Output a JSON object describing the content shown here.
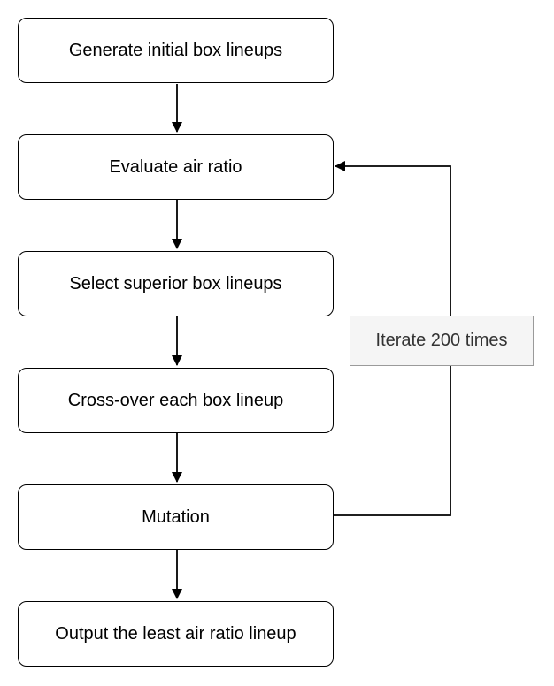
{
  "flowchart": {
    "steps": [
      {
        "id": "generate",
        "label": "Generate initial box lineups"
      },
      {
        "id": "evaluate",
        "label": "Evaluate air ratio"
      },
      {
        "id": "select",
        "label": "Select superior box lineups"
      },
      {
        "id": "crossover",
        "label": "Cross-over each box lineup"
      },
      {
        "id": "mutation",
        "label": "Mutation"
      },
      {
        "id": "output",
        "label": "Output the least air ratio lineup"
      }
    ],
    "loop": {
      "label": "Iterate 200 times",
      "from": "mutation",
      "to": "evaluate"
    },
    "colors": {
      "box_border": "#000000",
      "box_fill": "#ffffff",
      "loop_label_border": "#9a9a9a",
      "loop_label_fill": "#f5f5f5",
      "arrow": "#000000"
    }
  }
}
